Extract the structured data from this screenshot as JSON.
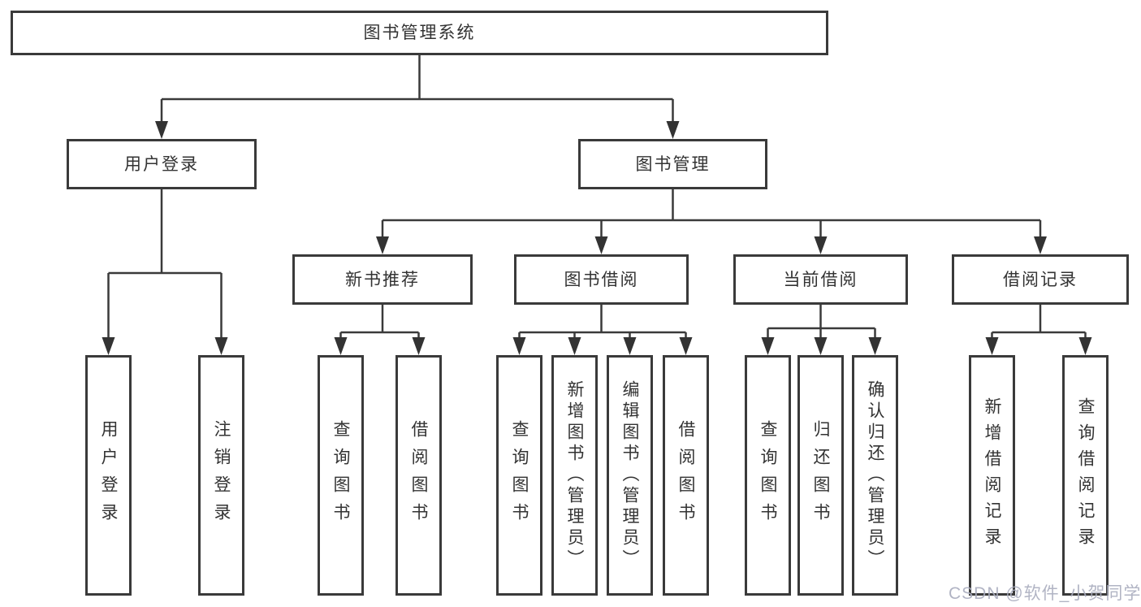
{
  "diagram": {
    "root": {
      "label": "图书管理系统"
    },
    "level2": [
      {
        "label": "用户登录"
      },
      {
        "label": "图书管理"
      }
    ],
    "level3": [
      {
        "label": "新书推荐"
      },
      {
        "label": "图书借阅"
      },
      {
        "label": "当前借阅"
      },
      {
        "label": "借阅记录"
      }
    ],
    "leaves": {
      "user_login": [
        {
          "label": "用户登录"
        },
        {
          "label": "注销登录"
        }
      ],
      "new_books": [
        {
          "label": "查询图书"
        },
        {
          "label": "借阅图书"
        }
      ],
      "book_borrow": [
        {
          "label": "查询图书"
        },
        {
          "label": "新增图书（管理员）"
        },
        {
          "label": "编辑图书（管理员）"
        },
        {
          "label": "借阅图书"
        }
      ],
      "current_borrow": [
        {
          "label": "查询图书"
        },
        {
          "label": "归还图书"
        },
        {
          "label": "确认归还（管理员）"
        }
      ],
      "borrow_records": [
        {
          "label": "新增借阅记录"
        },
        {
          "label": "查询借阅记录"
        }
      ]
    }
  },
  "watermark": {
    "text": "CSDN @软件_小贺同学"
  },
  "colors": {
    "line": "#3a3a3a",
    "box_border": "#3a3a3a",
    "box_fill": "#ffffff",
    "text": "#333333",
    "watermark": "#a8acbe",
    "background": "#ffffff"
  }
}
